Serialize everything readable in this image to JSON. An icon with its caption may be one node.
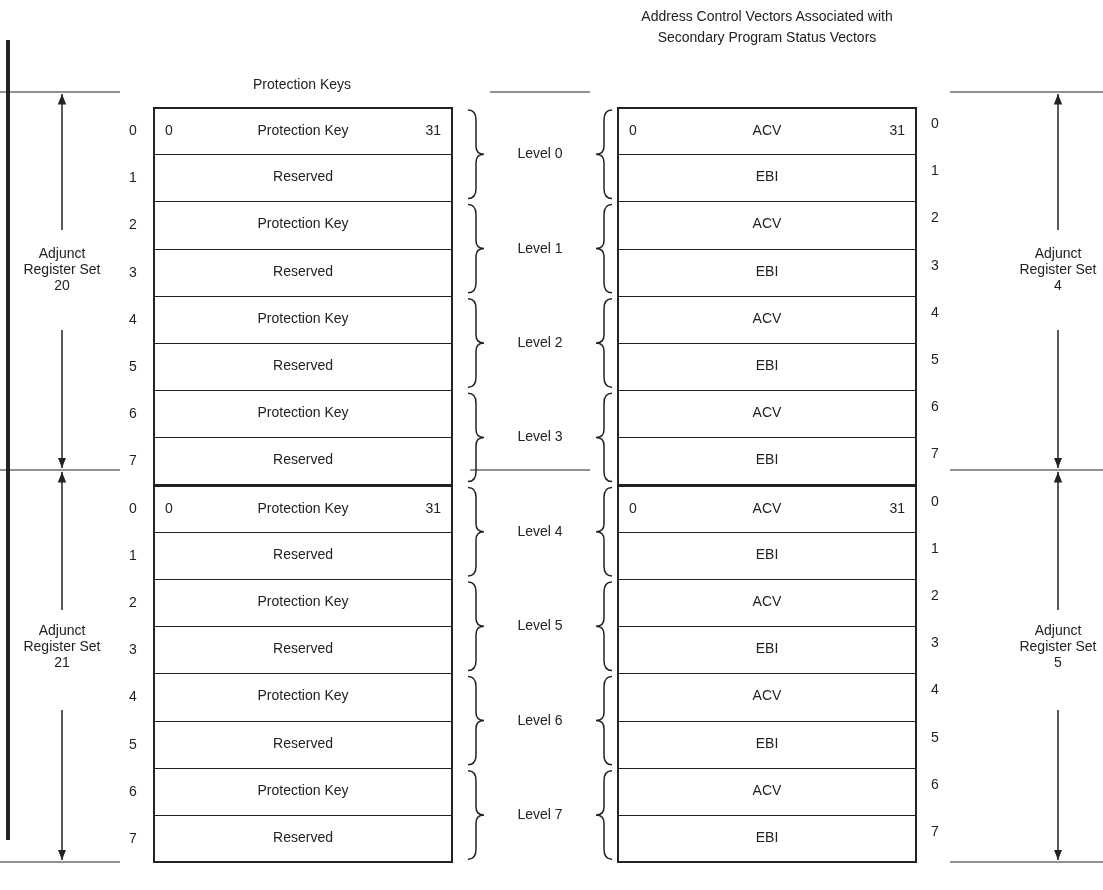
{
  "diagram": {
    "nodes": [
      {
        "text": [
          "0",
          "Protection Key",
          "31"
        ]
      },
      {
        "text": [
          "Reserved"
        ]
      },
      {
        "text": [
          "Protection Key"
        ]
      },
      {
        "text": [
          "Reserved"
        ]
      },
      {
        "text": [
          "Protection Key"
        ]
      },
      {
        "text": [
          "Reserved"
        ]
      },
      {
        "text": [
          "Protection Key"
        ]
      },
      {
        "text": [
          "Reserved"
        ]
      },
      {
        "text": [
          "0",
          "Protection Key",
          "31"
        ]
      },
      {
        "text": [
          "Reserved"
        ]
      },
      {
        "text": [
          "Protection Key"
        ]
      },
      {
        "text": [
          "Reserved"
        ]
      },
      {
        "text": [
          "Protection Key"
        ]
      },
      {
        "text": [
          "Reserved"
        ]
      },
      {
        "text": [
          "Protection Key"
        ]
      },
      {
        "text": [
          "Reserved"
        ]
      },
      {
        "text": [
          "0",
          "ACV",
          "31"
        ]
      },
      {
        "text": [
          "EBI"
        ]
      },
      {
        "text": [
          "ACV"
        ]
      },
      {
        "text": [
          "EBI"
        ]
      },
      {
        "text": [
          "ACV"
        ]
      },
      {
        "text": [
          "EBI"
        ]
      },
      {
        "text": [
          "ACV"
        ]
      },
      {
        "text": [
          "EBI"
        ]
      },
      {
        "text": [
          "0",
          "ACV",
          "31"
        ]
      },
      {
        "text": [
          "EBI"
        ]
      },
      {
        "text": [
          "ACV"
        ]
      },
      {
        "text": [
          "EBI"
        ]
      },
      {
        "text": [
          "ACV"
        ]
      },
      {
        "text": [
          "EBI"
        ]
      },
      {
        "text": [
          "ACV"
        ]
      },
      {
        "text": [
          "EBI"
        ]
      }
    ],
    "edges": [],
    "labels": [
      "Address Control Vectors Associated with Secondary Program Status Vectors",
      "Protection Keys",
      "0",
      "1",
      "2",
      "3",
      "4",
      "5",
      "6",
      "7",
      "0",
      "1",
      "2",
      "3",
      "4",
      "5",
      "6",
      "7",
      "Adjunct Register Set 20",
      "Adjunct Register Set 21",
      "Level 0",
      "Level 1",
      "Level 2",
      "Level 3",
      "Level 4",
      "Level 5",
      "Level 6",
      "Level 7",
      "0",
      "1",
      "2",
      "3",
      "4",
      "5",
      "6",
      "7",
      "0",
      "1",
      "2",
      "3",
      "4",
      "5",
      "6",
      "7",
      "Adjunct Register Set 4",
      "Adjunct Register Set 5"
    ]
  }
}
